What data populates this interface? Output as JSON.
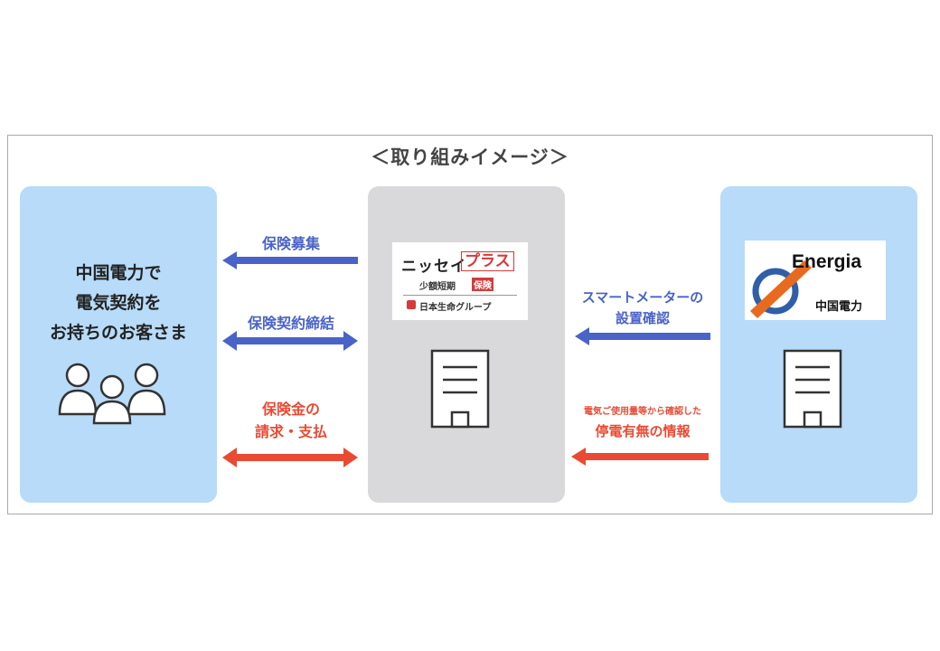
{
  "title": "＜取り組みイメージ＞",
  "customer": {
    "label": "中国電力で\n電気契約を\nお持ちのお客さま"
  },
  "insurer": {
    "logo_main": "ニッセイ",
    "logo_plus": "プラス",
    "logo_sub": "少額短期",
    "logo_sub_tag": "保険",
    "logo_group": "日本生命グループ"
  },
  "utility": {
    "logo_text": "Energia",
    "corp_name": "中国電力"
  },
  "flows_left": {
    "recruit": "保険募集",
    "contract": "保険契約締結",
    "claim": "保険金の\n請求・支払"
  },
  "flows_right": {
    "meter": "スマートメーターの\n設置確認",
    "outage_small": "電気ご使用量等から確認した",
    "outage": "停電有無の情報"
  },
  "colors": {
    "blue": "#4a63c8",
    "red": "#ea4a33",
    "panel_blue": "#b7dbf9",
    "panel_gray": "#d9d9dc"
  }
}
